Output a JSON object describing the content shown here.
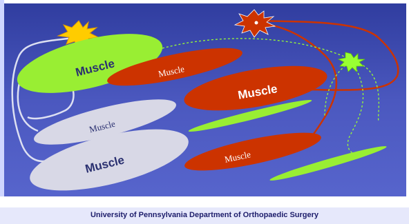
{
  "muscles": {
    "m1": "Muscle",
    "m2": "Muscle",
    "m3": "Muscle",
    "m4": "Muscle",
    "m5": "Muscle",
    "m6": "Muscle"
  },
  "footer": {
    "text": "University of Pennsylvania Department of Orthopaedic Surgery"
  },
  "colors": {
    "background": "#4b58bf",
    "green": "#99ff33",
    "red": "#cc3300",
    "gray": "#d8d8e6",
    "yellow": "#ffcc00"
  }
}
